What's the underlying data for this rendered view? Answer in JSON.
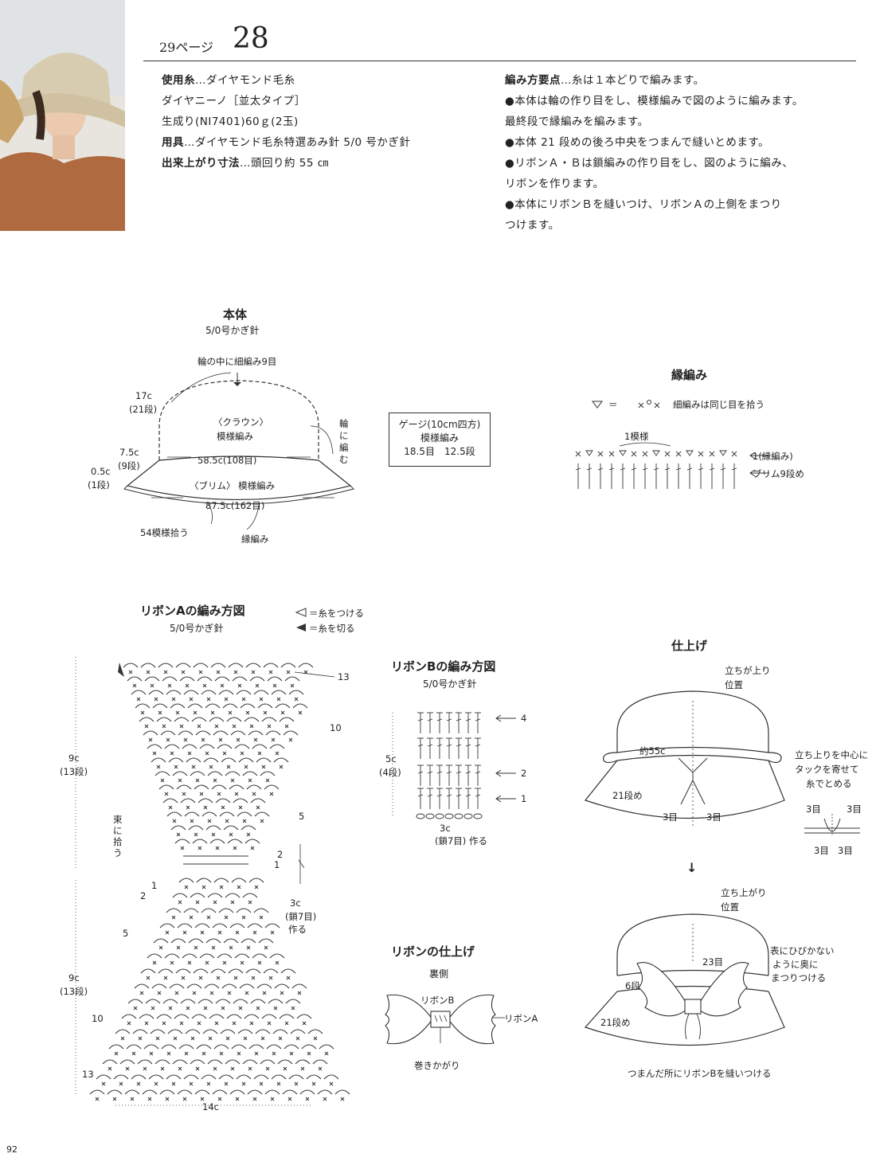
{
  "header": {
    "page_ref": "29ページ",
    "pattern_no": "28"
  },
  "materials": {
    "yarn_label": "使用糸",
    "yarn_value": "…ダイヤモンド毛糸",
    "yarn_name": "ダイヤニーノ［並太タイプ］",
    "color_amount": "生成り(NI7401)60ｇ(2玉)",
    "tools_label": "用具",
    "tools_value": "…ダイヤモンド毛糸特選あみ針 5/0 号かぎ針",
    "size_label": "出来上がり寸法",
    "size_value": "…頭回り約 55 ㎝"
  },
  "points": {
    "title": "編み方要点",
    "intro": "…糸は１本どりで編みます。",
    "lines": [
      "●本体は輪の作り目をし、模様編みで図のように編みます。",
      "最終段で縁編みを編みます。",
      "●本体 21 段めの後ろ中央をつまんで縫いとめます。",
      "●リボンＡ・Ｂは鎖編みの作り目をし、図のように編み、",
      "リボンを作ります。",
      "●本体にリボンＢを縫いつけ、リボンＡの上側をまつり",
      "つけます。"
    ]
  },
  "body_diagram": {
    "title": "本体",
    "hook": "5/0号かぎ針",
    "top_note": "輪の中に細編み9目",
    "crown_h": "17c",
    "crown_rows": "(21段)",
    "crown_label": "〈クラウン〉",
    "crown_pattern": "模様編み",
    "round_note": [
      "輪",
      "に",
      "編",
      "む"
    ],
    "band_h": "7.5c",
    "band_rows": "(9段)",
    "band_w": "58.5c(108目)",
    "edge_h": "0.5c",
    "edge_rows": "(1段)",
    "brim_label": "〈ブリム〉 模様編み",
    "brim_w": "87.5c(162目)",
    "pick": "54模様拾う",
    "edging": "縁編み"
  },
  "gauge": {
    "line1": "ゲージ(10cm四方)",
    "line2": "模様編み",
    "line3": "18.5目　12.5段"
  },
  "edging": {
    "title": "縁編み",
    "symbol_eq": "＝",
    "note": "細編みは同じ目を拾う",
    "repeat": "1模様",
    "row1": "1(縁編み)",
    "row9": "ブリム9段め"
  },
  "ribbonA": {
    "title": "リボンAの編み方図",
    "hook": "5/0号かぎ針",
    "legend_attach": "＝糸をつける",
    "legend_cut": "＝糸を切る",
    "h_top": "9c",
    "rows_top": "(13段)",
    "h_bot": "9c",
    "rows_bot": "(13段)",
    "bundle": "束に拾う",
    "chain": "3c",
    "chain2": "(鎖7目)",
    "chain3": "作る",
    "width": "14c",
    "r13": "13",
    "r10": "10",
    "r5": "5",
    "r2": "2",
    "r1": "1"
  },
  "ribbonB": {
    "title": "リボンBの編み方図",
    "hook": "5/0号かぎ針",
    "h": "5c",
    "rows": "(4段)",
    "base1": "3c",
    "base2": "(鎖7目) 作る",
    "r4": "4",
    "r2": "2",
    "r1": "1"
  },
  "ribbon_finish": {
    "title": "リボンの仕上げ",
    "side": "裏側",
    "ribbonB": "リボンB",
    "ribbonA": "リボンA",
    "wrap": "巻きかがり"
  },
  "finish": {
    "title": "仕上げ",
    "start_pos": "立ちが上り",
    "start_pos2": "位置",
    "about": "約55c",
    "row21": "21段め",
    "s3a": "3目",
    "s3b": "3目",
    "tuck1": "立ち上りを中心に",
    "tuck2": "タックを寄せて",
    "tuck3": "糸でとめる",
    "d3a": "3目",
    "d3b": "3目",
    "d3c": "3目",
    "d3d": "3目",
    "arrow": "↓",
    "start_pos_b": "立ち上がり",
    "start_pos_b2": "位置",
    "s23": "23目",
    "s6": "6段",
    "row21b": "21段め",
    "note1": "表にひびかない",
    "note2": "ように奥に",
    "note3": "まつりつける",
    "sew": "つまんだ所にリボンBを縫いつける"
  },
  "footer": {
    "page": "92"
  }
}
